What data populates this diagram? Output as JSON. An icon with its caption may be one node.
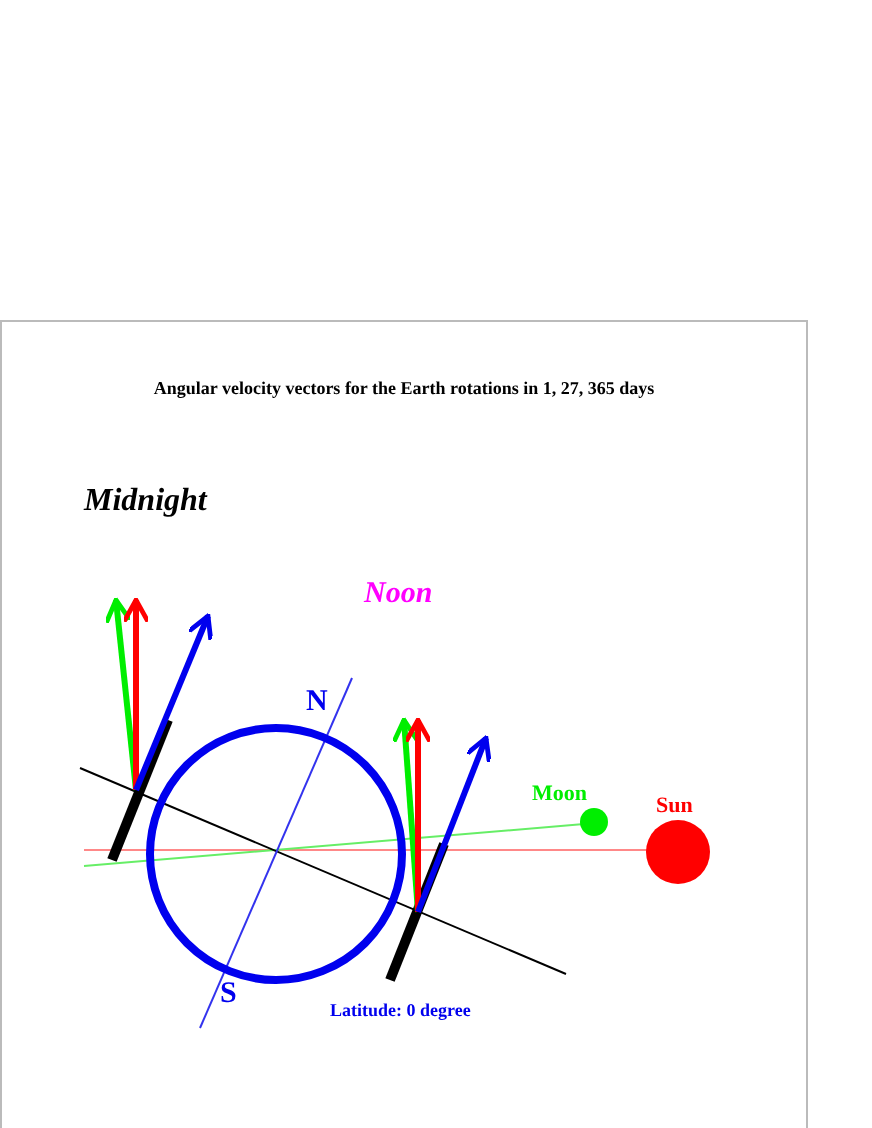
{
  "diagram": {
    "title": "Angular velocity vectors for the Earth rotations in 1, 27, 365 days",
    "labels": [
      "Midnight",
      "Noon",
      "N",
      "Moon",
      "Sun",
      "S",
      "Latitude: 0 degree"
    ]
  }
}
